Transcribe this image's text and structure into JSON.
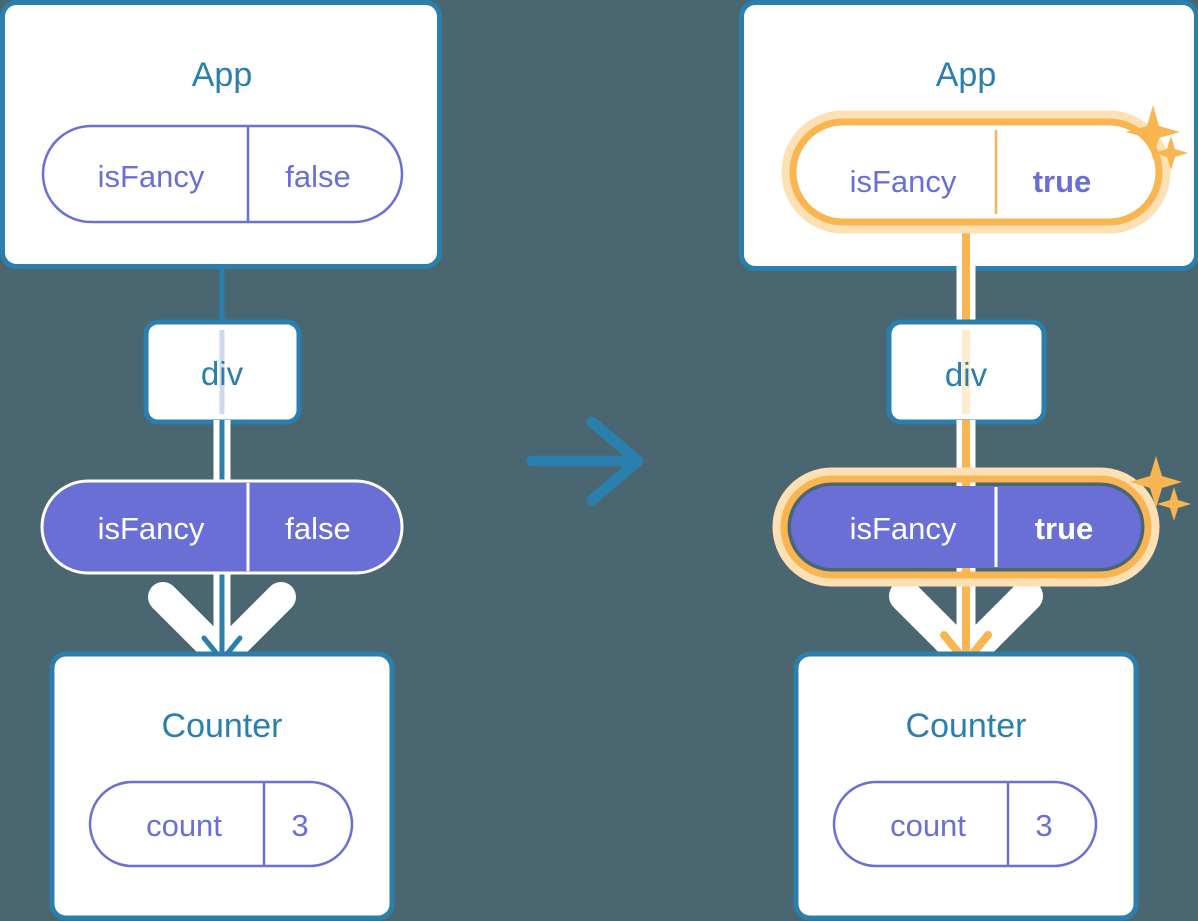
{
  "diagram": {
    "title_left": "App",
    "title_right": "App",
    "transition_icon": "right-arrow-icon",
    "background_color": "#4a6670",
    "colors": {
      "box_border_blue": "#2b7fad",
      "text_blue": "#2b7fad",
      "pill_purple": "#6a6fd6",
      "pill_border_purple": "#6a6fd6",
      "highlight_orange": "#f8b551",
      "highlight_glow": "#fde0b4",
      "wire_blue": "#2b7fad",
      "wire_white": "#ffffff",
      "card_white": "#ffffff"
    }
  },
  "before": {
    "app": {
      "title": "App",
      "state": {
        "name": "isFancy",
        "value": "false"
      }
    },
    "div": {
      "label": "div"
    },
    "prop": {
      "name": "isFancy",
      "value": "false"
    },
    "counter": {
      "title": "Counter",
      "state": {
        "name": "count",
        "value": "3"
      }
    }
  },
  "after": {
    "app": {
      "title": "App",
      "state": {
        "name": "isFancy",
        "value": "true",
        "highlighted": true
      }
    },
    "div": {
      "label": "div"
    },
    "prop": {
      "name": "isFancy",
      "value": "true",
      "highlighted": true
    },
    "counter": {
      "title": "Counter",
      "state": {
        "name": "count",
        "value": "3"
      }
    },
    "sparkles": [
      "sparkle-large",
      "sparkle-small"
    ]
  }
}
